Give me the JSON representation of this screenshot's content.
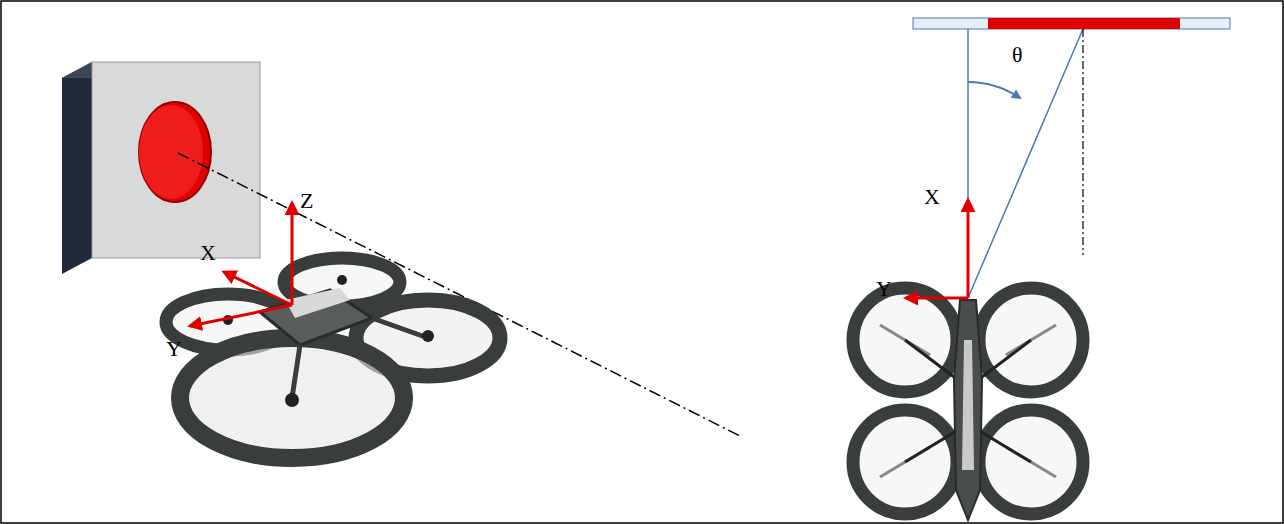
{
  "diagram": {
    "labels": [
      "Z",
      "X",
      "Y",
      "θ",
      "X",
      "Y"
    ]
  }
}
